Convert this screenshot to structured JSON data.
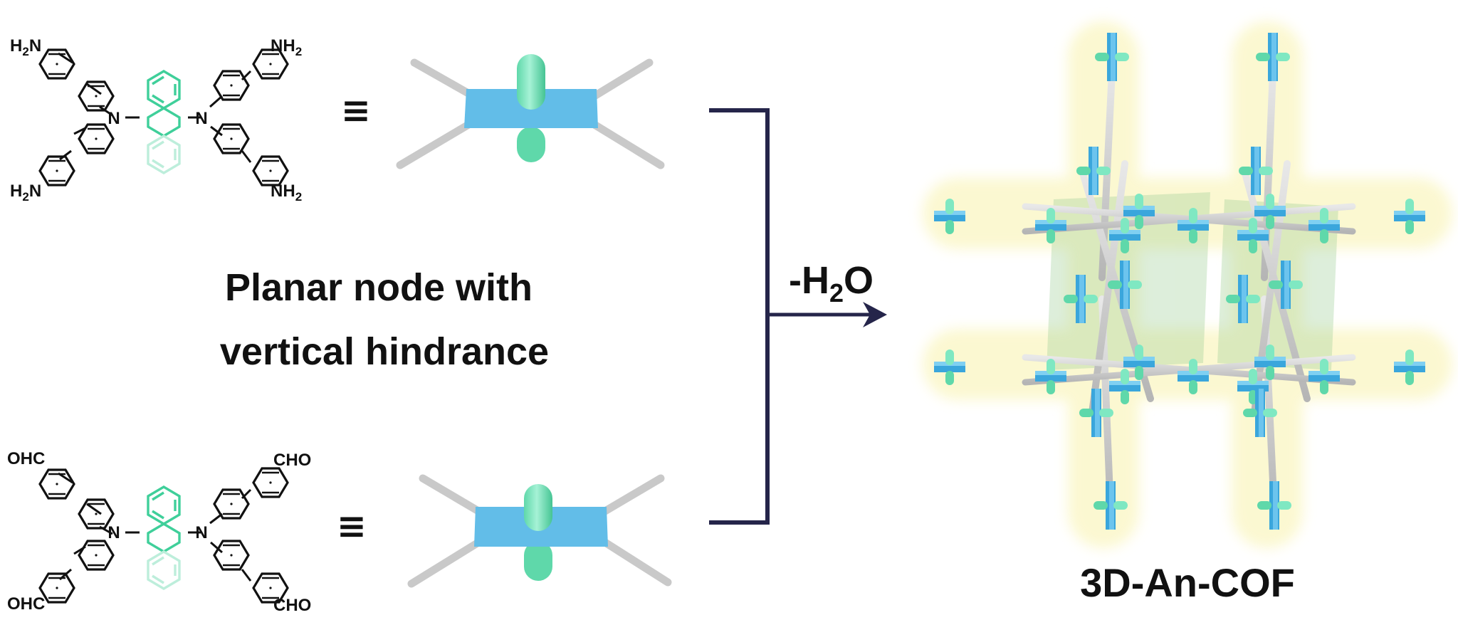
{
  "molecules": {
    "amine": {
      "nodes": {
        "x": "N",
        "h": "H",
        "h2": "2",
        "tag": "N"
      }
    },
    "aldehyde": {
      "nodes": {
        "cho": "CHO",
        "ohc": "OHC",
        "tag": "N"
      }
    }
  },
  "equivalence_symbol": "≡",
  "caption": {
    "line1": "Planar node with",
    "line2": "vertical hindrance"
  },
  "reaction": {
    "prefix": "-H",
    "subscript": "2",
    "suffix": "O"
  },
  "product": {
    "name": "3D-An-COF"
  },
  "colors": {
    "ink": "#111111",
    "anthracene": "#3fcf9a",
    "anthracene_faded": "#bdeedb",
    "plate": "#62bde8",
    "pillar": "#7fe8c2",
    "rod": "#c9c9c9",
    "bracket": "#25254a",
    "glow": "#fbf7c9"
  }
}
